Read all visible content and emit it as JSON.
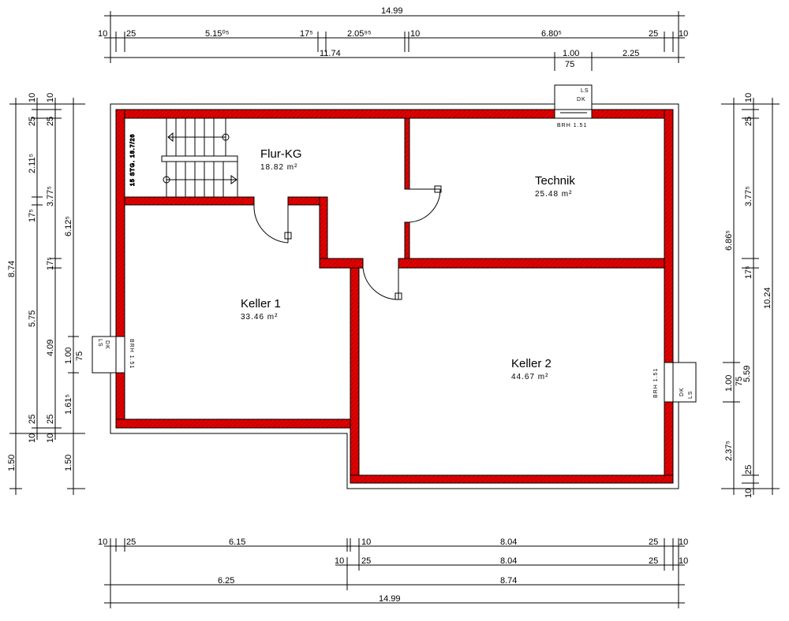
{
  "colors": {
    "wall": "#e00000",
    "line": "#000000",
    "background": "#ffffff"
  },
  "rooms": [
    {
      "name": "Flur-KG",
      "area": "18.82 m²"
    },
    {
      "name": "Technik",
      "area": "25.48 m²"
    },
    {
      "name": "Keller 1",
      "area": "33.46 m²"
    },
    {
      "name": "Keller 2",
      "area": "44.67 m²"
    }
  ],
  "stair": {
    "label": "15 STG. 18.7/26"
  },
  "windows": {
    "ls": "LS",
    "dk": "DK",
    "brh": "BRH 1.51"
  },
  "dims": {
    "top": {
      "total": "14.99",
      "chain": [
        "10",
        "25",
        "5.15⁰⁵",
        "17⁵",
        "2.05⁹⁵",
        "10",
        "6.80⁵",
        "25",
        "10"
      ],
      "row3": [
        "11.74",
        "1.00",
        "75",
        "2.25"
      ]
    },
    "left": {
      "outer": [
        "8.74",
        "1.50"
      ],
      "c1": [
        "10",
        "25",
        "2.11⁵",
        "17⁵",
        "5.75",
        "25",
        "10"
      ],
      "c2": [
        "10",
        "25",
        "3.77⁵",
        "17⁵",
        "4.09",
        "25",
        "10"
      ],
      "c3": [
        "6.12⁵",
        "1.00",
        "75",
        "1.61⁵",
        "1.50"
      ]
    },
    "right": {
      "c1": [
        "6.86⁵",
        "1.00",
        "75",
        "2.37⁵"
      ],
      "c2": [
        "10",
        "25",
        "3.77⁵",
        "17⁵",
        "5.59",
        "25",
        "10"
      ],
      "total": "10.24"
    },
    "bottom": {
      "r1": [
        "10",
        "25",
        "6.15",
        "10",
        "8.04",
        "25",
        "10"
      ],
      "r2": [
        "10",
        "25",
        "8.04",
        "25",
        "10"
      ],
      "r3": [
        "6.25",
        "8.74"
      ],
      "total": "14.99"
    }
  }
}
